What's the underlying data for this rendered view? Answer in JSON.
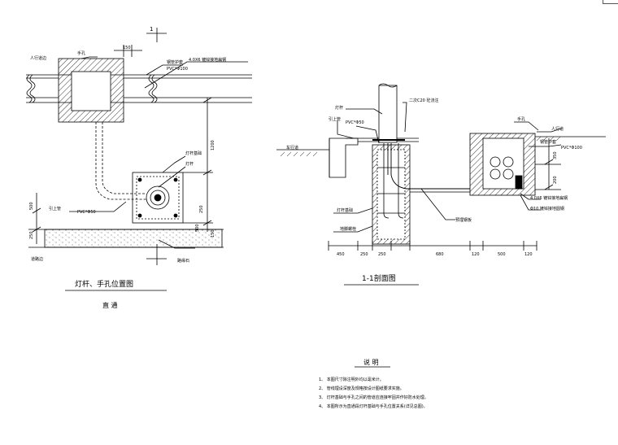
{
  "plan": {
    "section_mark": "1",
    "dim_top": "150",
    "label_handhole": "手孔",
    "label_pipe_protect": "钢管护套",
    "label_pvc100": "PVC*Φ100",
    "label_steel": "4.0X6 镀锌接地扁钢",
    "label_road": "人行道边",
    "label_base": "灯杆基础",
    "label_pole": "灯杆",
    "label_pvc50": "PVC*Φ50",
    "label_cable": "引上管",
    "label_road_edge": "道路边",
    "label_curb": "路缘石",
    "dim_v1": "1200",
    "dim_v2": "250",
    "dim_v3": "500",
    "dim_v4": "500",
    "dim_v5": "250",
    "dim_v6": "150",
    "title": "灯杆、手孔位置图",
    "subtitle": "直 通"
  },
  "section": {
    "label_pole": "灯杆",
    "label_bolt": "二次C20 砼浇注",
    "label_guide": "引上管",
    "label_pvc50": "PVC*Φ50",
    "label_road": "车行道",
    "label_base": "灯杆基础",
    "label_anchor": "地脚螺栓",
    "label_steel": "预埋钢板",
    "label_handhole": "手孔",
    "label_side": "人行道",
    "label_pipe_protect": "钢管护套",
    "label_pvc100": "PVC*Φ100",
    "label_flat_steel": "4.0X6 镀锌接地扁钢",
    "label_ground": "Φ10 镀锌接地圆钢",
    "dim_350": "350",
    "dim_200": "200",
    "dims_bottom": [
      "450",
      "250",
      "250",
      "680",
      "120",
      "500",
      "120"
    ],
    "title": "1-1剖面图"
  },
  "notes": {
    "heading": "说 明",
    "items": [
      "1、 本图尺寸除注明外均以毫米计。",
      "2、 管线埋设深度及规格按设计图纸要求实施。",
      "3、 灯杆基础与手孔之间的管道应连接牢固并作好防水处理。",
      "4、 本图所示为直通段灯杆基础与手孔位置关系(详见总图)。"
    ]
  }
}
